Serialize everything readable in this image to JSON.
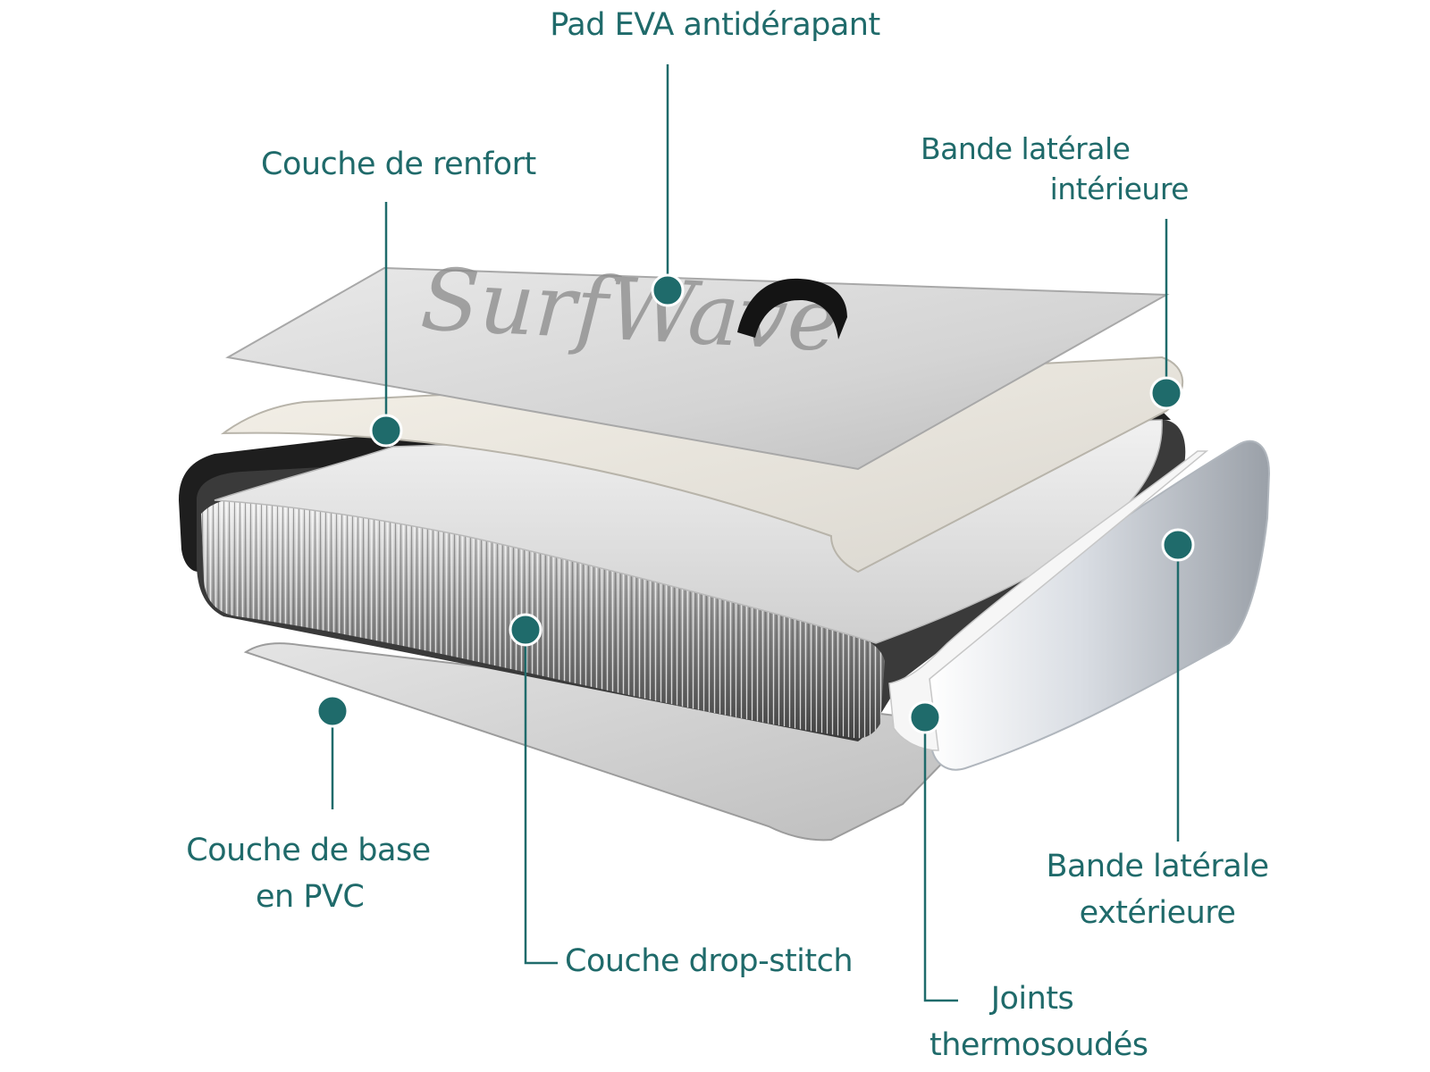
{
  "labels": {
    "eva_pad": "Pad EVA antidérapant",
    "reinforcement": "Couche de renfort",
    "inner_rail_line1": "Bande latérale",
    "inner_rail_line2": "intérieure",
    "base_line1": "Couche de base",
    "base_line2": "en PVC",
    "drop_stitch": "Couche drop-stitch",
    "outer_rail_line1": "Bande latérale",
    "outer_rail_line2": "extérieure",
    "seams_line1": "Joints",
    "seams_line2": "thermosoudés"
  },
  "board": {
    "brand_text": "SurfWave"
  },
  "colors": {
    "accent": "#1f6a6a",
    "marker": "#1f6b6b"
  }
}
